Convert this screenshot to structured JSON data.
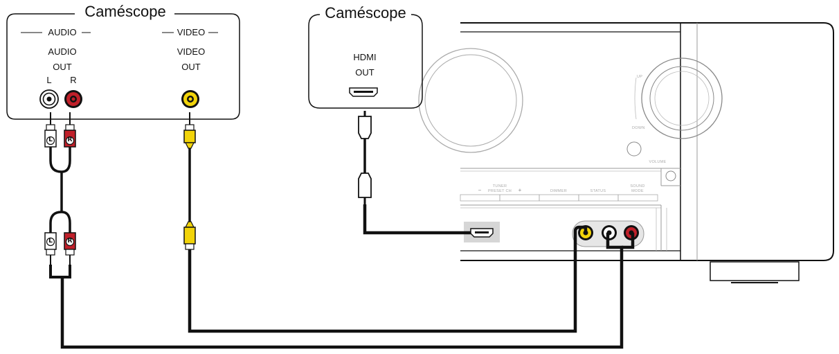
{
  "camcorder_analog": {
    "title": "Caméscope",
    "audio_header": "AUDIO",
    "video_header": "VIDEO",
    "audio_out_line1": "AUDIO",
    "audio_out_line2": "OUT",
    "video_out_line1": "VIDEO",
    "video_out_line2": "OUT",
    "left_label": "L",
    "right_label": "R"
  },
  "camcorder_hdmi": {
    "title": "Caméscope",
    "hdmi_line1": "HDMI",
    "hdmi_line2": "OUT"
  },
  "plugs": {
    "left_letter": "L",
    "right_letter": "R"
  },
  "receiver_panel": {
    "tuner_label": "TUNER",
    "preset_label": "PRESET CH",
    "minus_symbol": "−",
    "plus_symbol": "+",
    "dimmer_label": "DIMMER",
    "status_label": "STATUS",
    "sound_label": "SOUND",
    "mode_label": "MODE",
    "volume_label": "VOLUME",
    "up_label": "UP",
    "down_label": "DOWN"
  },
  "colors": {
    "red_jack": "#c0202a",
    "yellow_jack": "#f2d40a",
    "white_jack": "#ffffff",
    "cable": "#1a1a1a",
    "panel_line": "#888888",
    "hdmi_panel_bg": "#d6d6d6"
  }
}
